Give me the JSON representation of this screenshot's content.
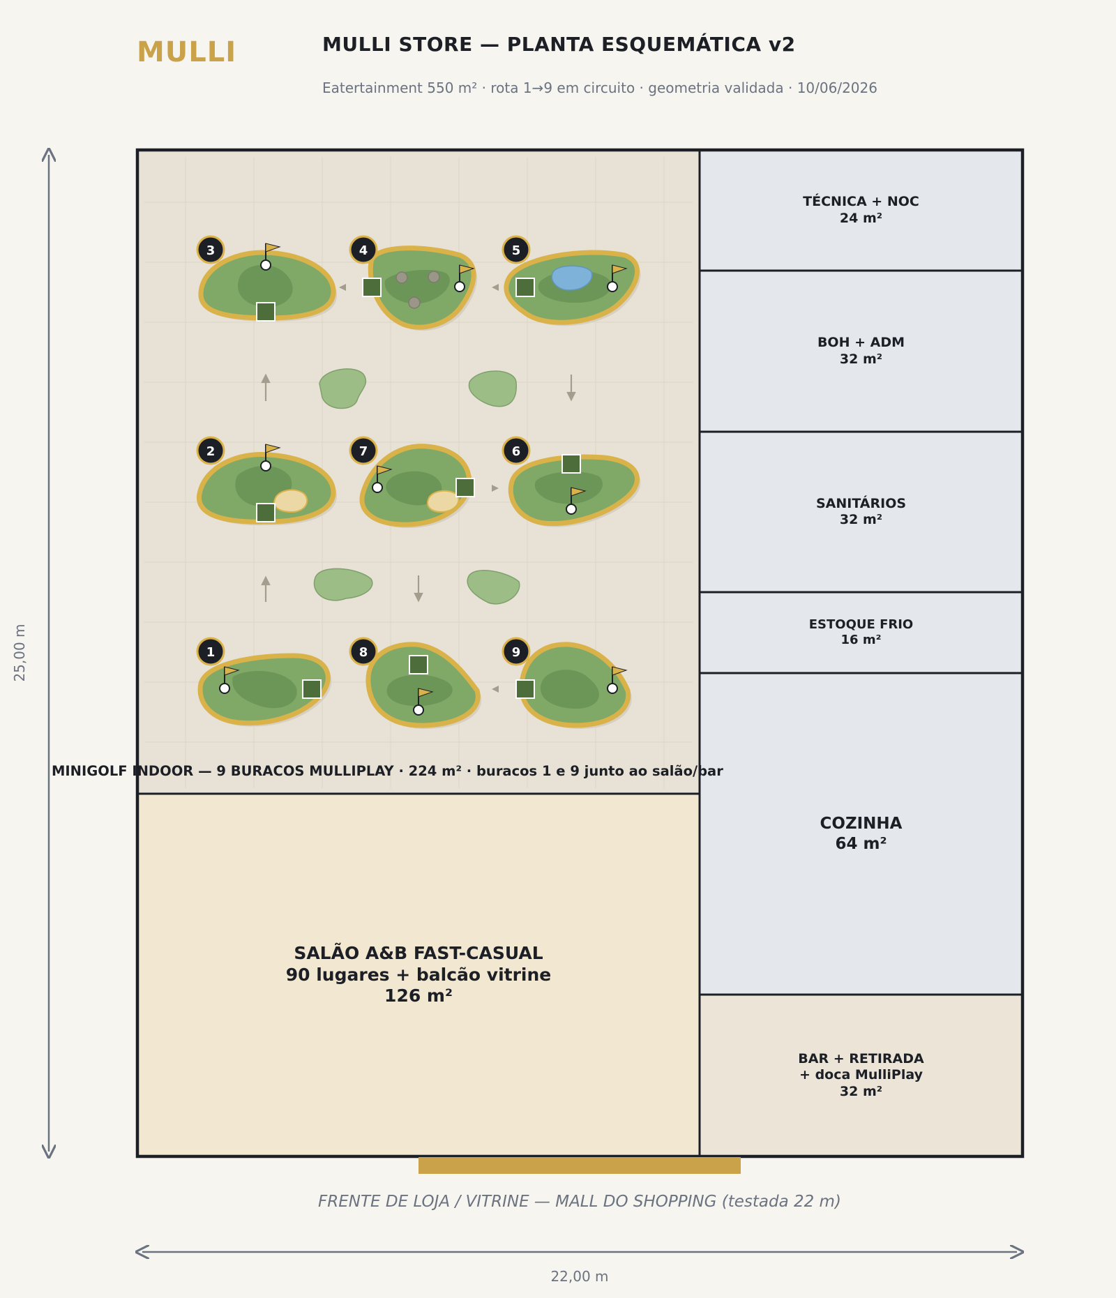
{
  "header": {
    "logo": "MULLI",
    "title": "MULLI STORE — PLANTA ESQUEMÁTICA v2",
    "subtitle": "Eatertainment 550 m² · rota 1→9 em circuito · geometria validada · 10/06/2026"
  },
  "rooms": {
    "tecnica": "TÉCNICA + NOC\n24 m²",
    "boh": "BOH + ADM\n32 m²",
    "sanitarios": "SANITÁRIOS\n32 m²",
    "estoque": "ESTOQUE FRIO\n16 m²",
    "cozinha": "COZINHA\n64 m²",
    "bar": "BAR + RETIRADA\n+ doca MulliPlay\n32 m²",
    "salao": "SALÃO A&B FAST-CASUAL\n90 lugares + balcão vitrine\n126 m²"
  },
  "minigolf": {
    "caption": "MINIGOLF INDOOR — 9 BURACOS MULLIPLAY · 224 m² · buracos 1 e 9 junto ao salão/bar",
    "holes": [
      "1",
      "2",
      "3",
      "4",
      "5",
      "6",
      "7",
      "8",
      "9"
    ]
  },
  "front": {
    "label": "FRENTE DE LOJA / VITRINE — MALL DO SHOPPING (testada 22 m)"
  },
  "dimensions": {
    "width": "22,00 m",
    "depth": "25,00 m"
  },
  "colors": {
    "wall": "#1c1f25",
    "minigolf_floor": "#e8e2d6",
    "salon_floor": "#f2e7d1",
    "service_rooms": "#e4e7eb",
    "bar_floor": "#ebe4d7",
    "fairway": "#80a866",
    "fairway_border": "#d9b24a",
    "shrub": "#9dbd87",
    "accent_gold": "#c9a24a",
    "water": "#7fb2d9"
  }
}
